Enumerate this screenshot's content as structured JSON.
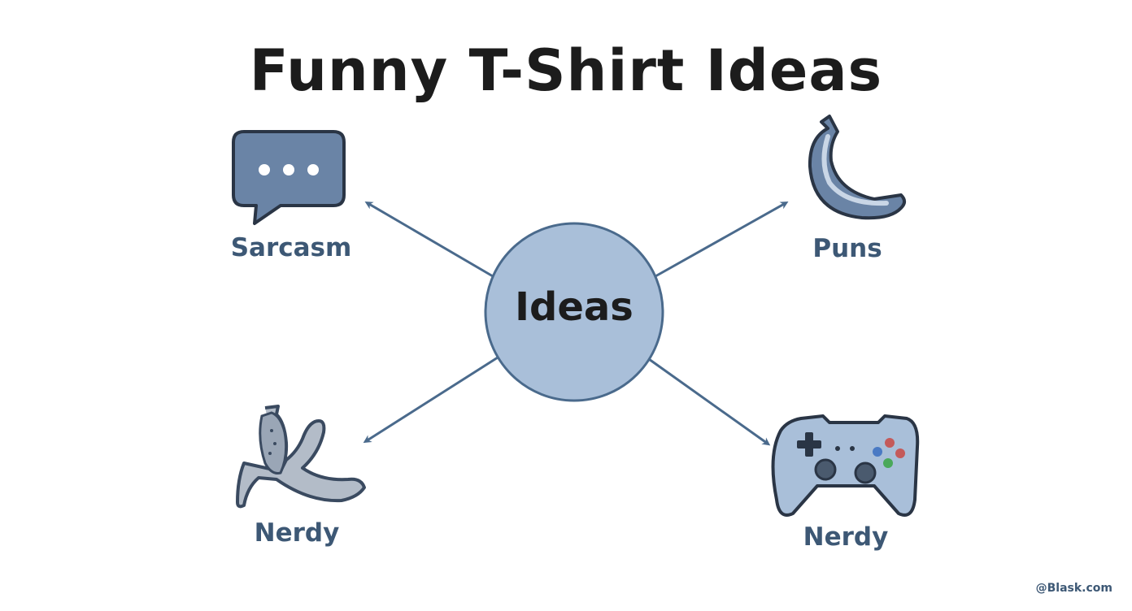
{
  "title": "Funny T-Shirt Ideas",
  "center": {
    "label": "Ideas"
  },
  "branches": [
    {
      "label": "Sarcasm",
      "icon": "speech-bubble-icon"
    },
    {
      "label": "Puns",
      "icon": "banana-icon"
    },
    {
      "label": "Nerdy",
      "icon": "banana-peel-icon"
    },
    {
      "label": "Nerdy",
      "icon": "game-controller-icon"
    }
  ],
  "colors": {
    "node_fill": "#a9bfd9",
    "line": "#4a6a8c",
    "label": "#3d5875",
    "icon_dark": "#3a4a60"
  },
  "watermark": "@Blask.com"
}
